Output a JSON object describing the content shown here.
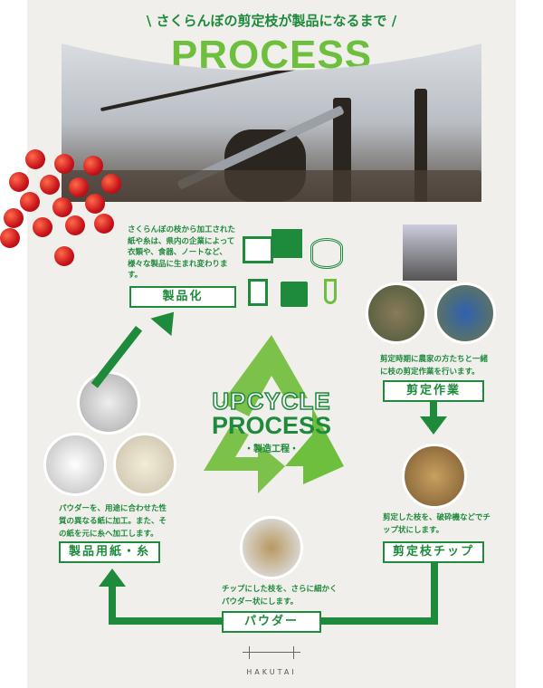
{
  "header": {
    "subtitle": "\\ さくらんぼの剪定枝が製品になるまで /",
    "title": "PROCESS"
  },
  "center": {
    "line1": "UPCYCLE",
    "line2": "PROCESS",
    "line3": "・製造工程・"
  },
  "steps": {
    "products": {
      "desc": "さくらんぼの枝から加工された紙や糸は、県内の企業によって衣類や、食器、ノートなど、様々な製品に生まれ変わります。",
      "label": "製品化"
    },
    "pruning": {
      "desc": "剪定時期に農家の方たちと一緒に枝の剪定作業を行います。",
      "label": "剪定作業"
    },
    "chips": {
      "desc": "剪定した枝を、破砕機などでチップ状にします。",
      "label": "剪定枝チップ"
    },
    "powder": {
      "desc": "チップにした枝を、さらに細かくパウダー状にします。",
      "label": "パウダー"
    },
    "paper": {
      "desc": "パウダーを、用途に合わせた性質の異なる紙に加工。また、その紙を元に糸へ加工します。",
      "label": "製品用紙・糸"
    }
  },
  "footer": {
    "brand": "HAKUTAI"
  },
  "colors": {
    "green": "#1e8a3c",
    "light_green": "#6fbf3f"
  }
}
